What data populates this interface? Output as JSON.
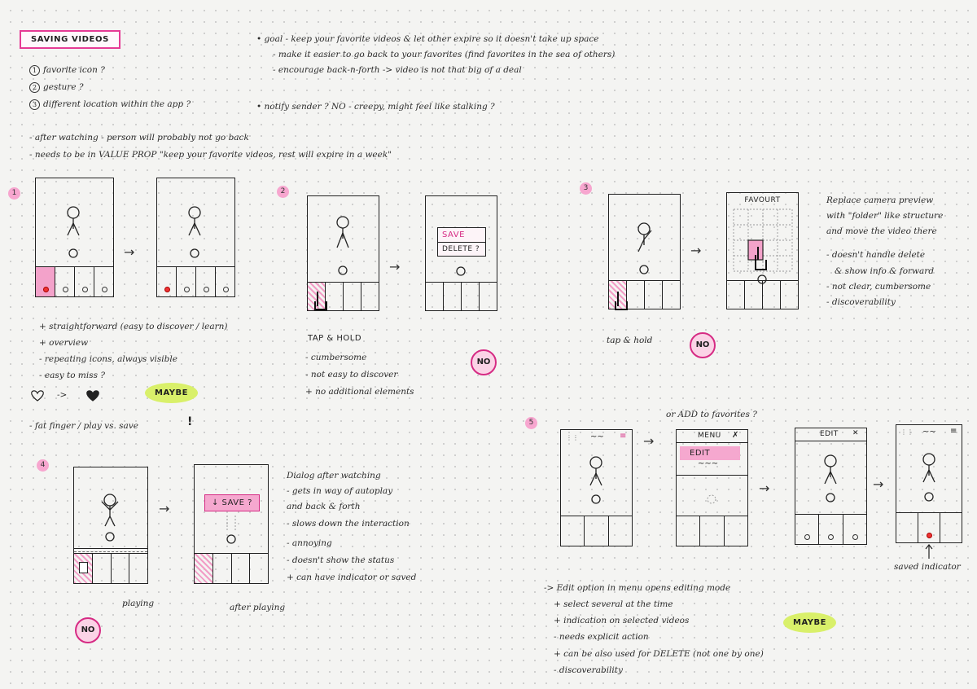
{
  "title": "SAVING VIDEOS",
  "options": [
    "favorite icon ?",
    "gesture ?",
    "different location within the app ?"
  ],
  "option_numbers": [
    "1",
    "2",
    "3"
  ],
  "goal": [
    "• goal - keep your favorite videos & let other expire so it doesn't take up space",
    "- make it easier to go back to your favorites (find favorites in the sea of others)",
    "- encourage back-n-forth -> video is not that big of a deal"
  ],
  "notify": "• notify sender ? NO - creepy, might feel like stalking ?",
  "after": [
    "- after watching - person will probably not go back",
    "- needs to be in VALUE PROP \"keep your favorite videos, rest will expire in a week\""
  ],
  "s1": {
    "num": "1",
    "notes": [
      "+ straightforward (easy to discover / learn)",
      "+ overview",
      "- repeating icons, always visible",
      "- easy to miss ?"
    ],
    "heart_arrow": "->",
    "fat": "- fat finger / play vs. save",
    "verdict": "MAYBE",
    "arrow": "→"
  },
  "s2": {
    "num": "2",
    "menu_save": "SAVE",
    "menu_delete": "DELETE ?",
    "caption": "TAP & HOLD",
    "notes": [
      "- cumbersome",
      "- not easy to discover",
      "+ no additional elements"
    ],
    "verdict": "NO",
    "arrow": "→"
  },
  "s3": {
    "num": "3",
    "header": "FAVOURT",
    "caption": "tap & hold",
    "notes": [
      "Replace camera preview",
      "with \"folder\" like structure",
      "and move the video there",
      "- doesn't handle delete",
      "& show info & forward",
      "- not clear, cumbersome",
      "- discoverability"
    ],
    "verdict": "NO",
    "arrow": "→"
  },
  "s4": {
    "num": "4",
    "dialog": "↓ SAVE ?",
    "left_caption": "playing",
    "right_caption": "after playing",
    "notes": [
      "Dialog after watching",
      "- gets in way of autoplay",
      "and back & forth",
      "- slows down the interaction",
      "- annoying",
      "- doesn't show the status",
      "+ can have indicator or saved"
    ],
    "verdict": "NO",
    "arrow": "→"
  },
  "s5": {
    "num": "5",
    "menu_header": "MENU",
    "menu_close": "✗",
    "menu_edit": "EDIT",
    "edit_header": "EDIT",
    "edit_close": "✕",
    "aside": "or ADD to favorites ?",
    "saved": "saved indicator",
    "notes": [
      "-> Edit option in menu opens editing mode",
      "+ select several at the time",
      "+ indication on selected videos",
      "- needs explicit action",
      "+ can be also used for DELETE (not one by one)",
      "- discoverability"
    ],
    "verdict": "MAYBE",
    "arrow": "→"
  },
  "colors": {
    "pink": "#e63a95",
    "pink_fill": "#f3a2ca",
    "lime": "#d9f06a",
    "ink": "#222222"
  }
}
